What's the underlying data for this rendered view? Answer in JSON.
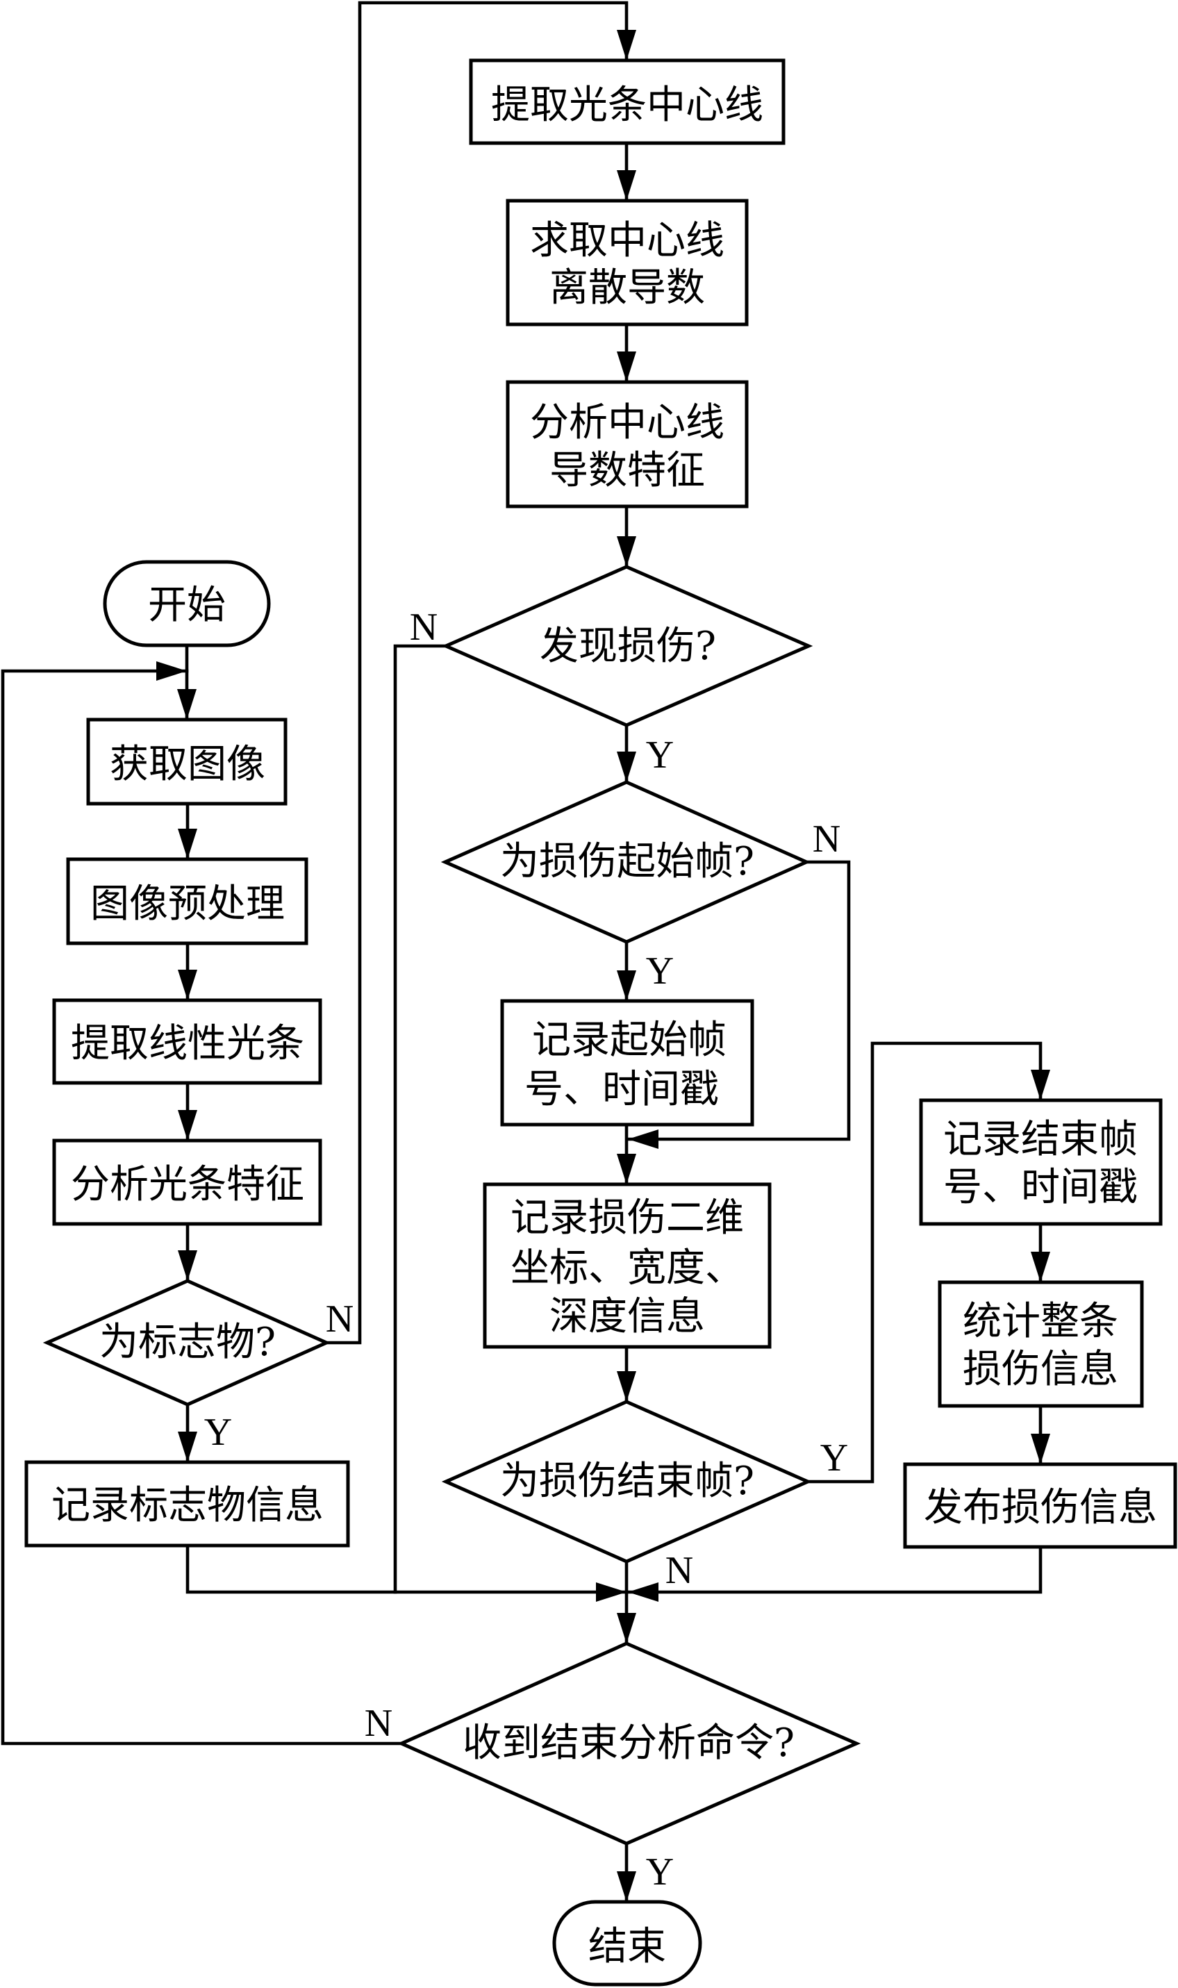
{
  "colors": {
    "ink": "#000000",
    "paper": "#ffffff"
  },
  "nodes": {
    "start": {
      "type": "terminal",
      "lines": [
        "开始"
      ]
    },
    "get_image": {
      "type": "process",
      "lines": [
        "获取图像"
      ]
    },
    "preprocess": {
      "type": "process",
      "lines": [
        "图像预处理"
      ]
    },
    "extract_linear_stripe": {
      "type": "process",
      "lines": [
        "提取线性光条"
      ]
    },
    "analyze_stripe_features": {
      "type": "process",
      "lines": [
        "分析光条特征"
      ]
    },
    "is_marker": {
      "type": "decision",
      "lines": [
        "为标志物?"
      ],
      "yes": "Y",
      "no": "N"
    },
    "record_marker_info": {
      "type": "process",
      "lines": [
        "记录标志物信息"
      ]
    },
    "extract_centerline": {
      "type": "process",
      "lines": [
        "提取光条中心线"
      ]
    },
    "centerline_derivative": {
      "type": "process",
      "lines": [
        "求取中心线",
        "离散导数"
      ]
    },
    "analyze_derivative": {
      "type": "process",
      "lines": [
        "分析中心线",
        "导数特征"
      ]
    },
    "damage_found": {
      "type": "decision",
      "lines": [
        "发现损伤?"
      ],
      "yes": "Y",
      "no": "N"
    },
    "is_damage_start_frame": {
      "type": "decision",
      "lines": [
        "为损伤起始帧?"
      ],
      "yes": "Y",
      "no": "N"
    },
    "record_start_frame": {
      "type": "process",
      "lines": [
        "记录起始帧",
        "号、时间戳"
      ]
    },
    "record_damage_info": {
      "type": "process",
      "lines": [
        "记录损伤二维",
        "坐标、宽度、",
        "深度信息"
      ]
    },
    "is_damage_end_frame": {
      "type": "decision",
      "lines": [
        "为损伤结束帧?"
      ],
      "yes": "Y",
      "no": "N"
    },
    "record_end_frame": {
      "type": "process",
      "lines": [
        "记录结束帧",
        "号、时间戳"
      ]
    },
    "summarize_damage": {
      "type": "process",
      "lines": [
        "统计整条",
        "损伤信息"
      ]
    },
    "publish_damage": {
      "type": "process",
      "lines": [
        "发布损伤信息"
      ]
    },
    "end_command_received": {
      "type": "decision",
      "lines": [
        "收到结束分析命令?"
      ],
      "yes": "Y",
      "no": "N"
    },
    "end": {
      "type": "terminal",
      "lines": [
        "结束"
      ]
    }
  }
}
